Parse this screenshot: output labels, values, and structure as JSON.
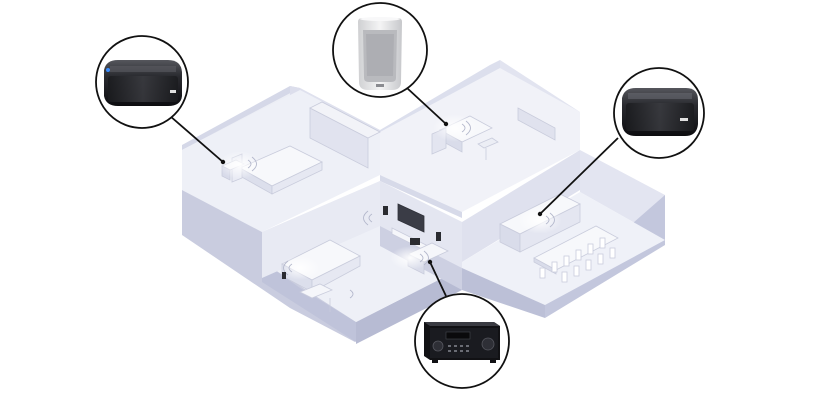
{
  "scene": {
    "type": "isometric-house-cutaway",
    "rooms": [
      "bedroom",
      "office",
      "living-room",
      "dining-kitchen"
    ],
    "devices": [
      {
        "id": "bedroom-speaker",
        "kind": "wireless-speaker-black-wide",
        "room": "bedroom"
      },
      {
        "id": "office-speaker",
        "kind": "wireless-speaker-white-tall",
        "room": "office"
      },
      {
        "id": "kitchen-speaker",
        "kind": "wireless-speaker-black-wide",
        "room": "dining-kitchen"
      },
      {
        "id": "av-receiver",
        "kind": "av-receiver-black",
        "room": "living-room"
      }
    ]
  },
  "colors": {
    "background": "#ffffff",
    "floor": "#eef0f6",
    "wall_light": "#e4e6f0",
    "wall_mid": "#cfd2e2",
    "wall_dark": "#b8bcd2",
    "callout_stroke": "#111111",
    "device_black": "#1e1e22",
    "device_white": "#e9e9ea"
  }
}
